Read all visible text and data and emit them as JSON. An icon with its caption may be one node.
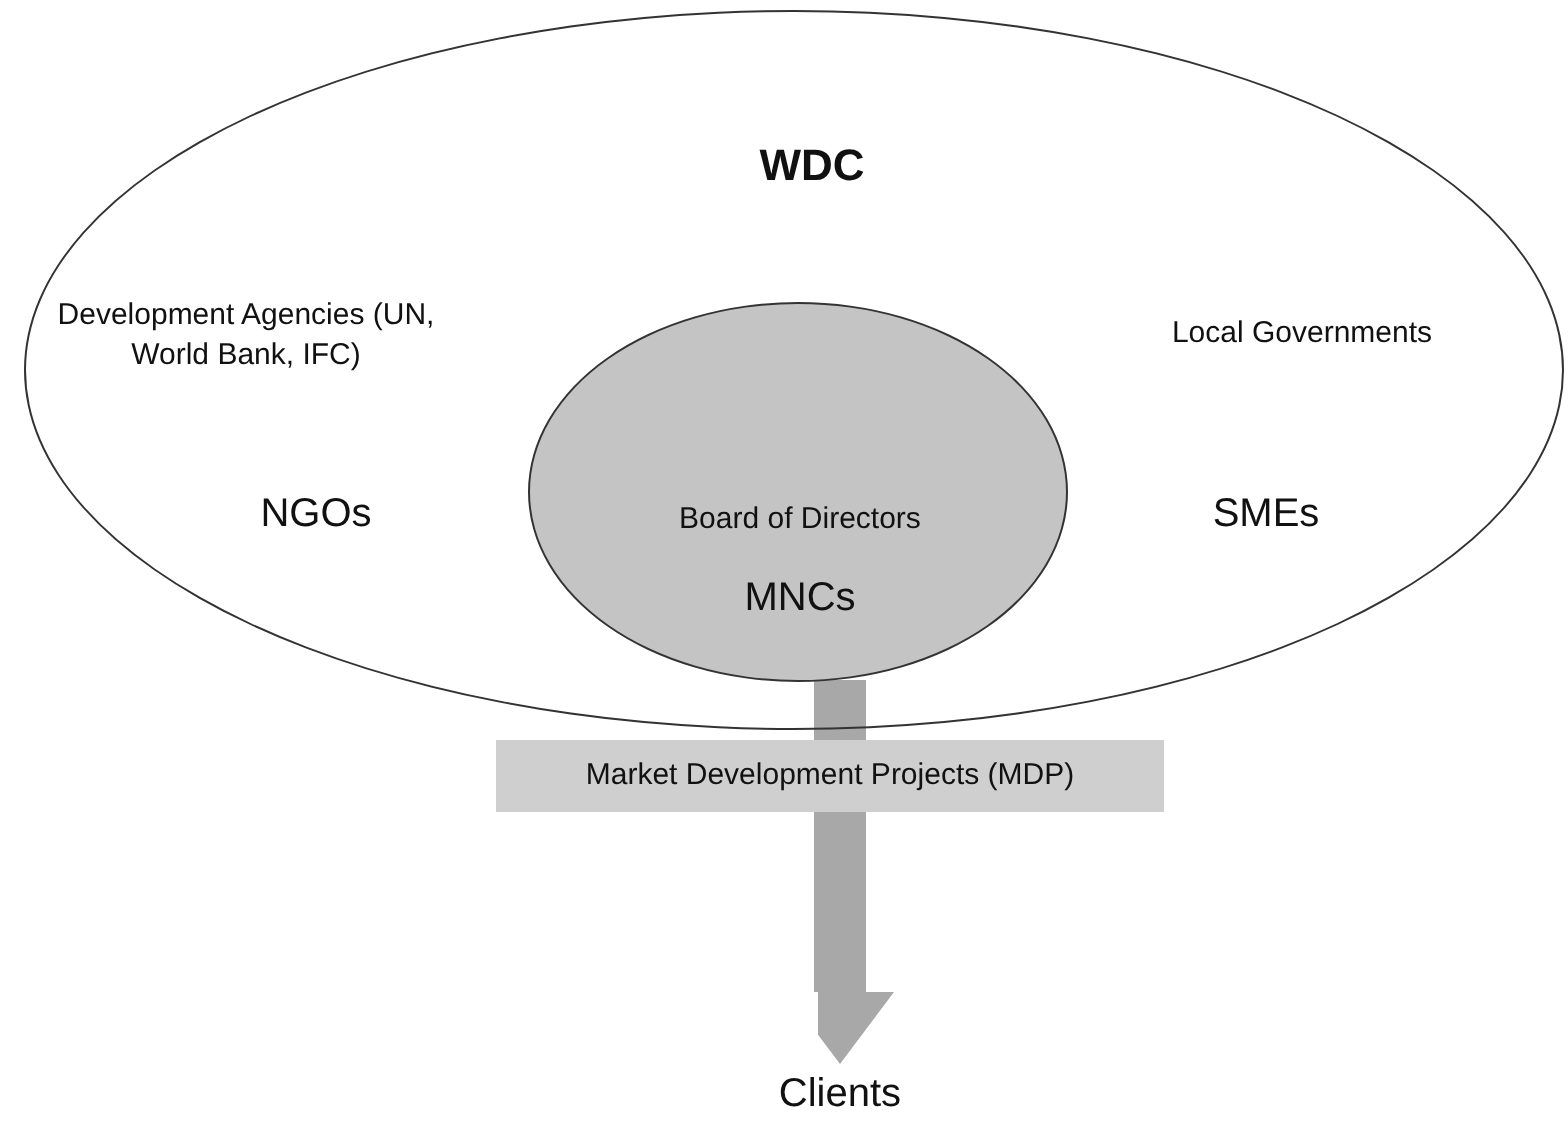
{
  "diagram": {
    "nodes": [
      {
        "text": [
          "WDC",
          "Development Agencies (UN, World Bank, IFC)",
          "Local Governments",
          "NGOs",
          "SMEs"
        ]
      },
      {
        "text": [
          "Board of Directors",
          "MNCs"
        ],
        "in": 0
      },
      {
        "text": [
          "Market Development Projects (MDP)"
        ]
      },
      {
        "text": [
          "Clients"
        ]
      }
    ],
    "edges": [
      {
        "from": 1,
        "to": 2,
        "arrow": "none"
      },
      {
        "from": 2,
        "to": 3,
        "arrow": "to"
      }
    ]
  }
}
